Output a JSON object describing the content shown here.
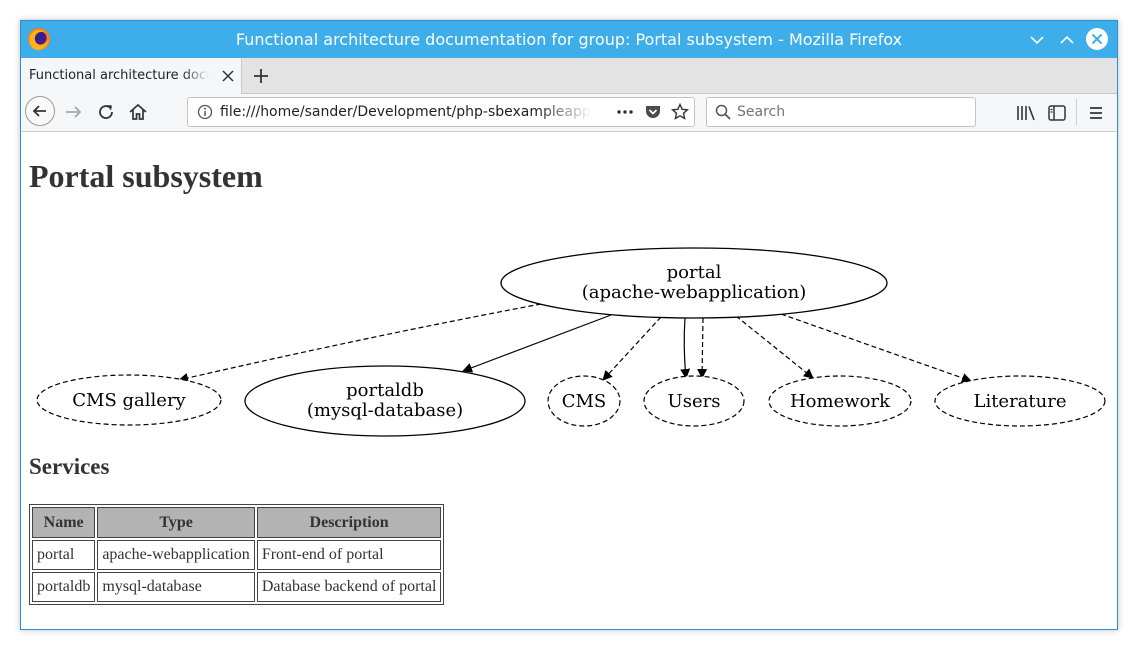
{
  "window": {
    "title": "Functional architecture documentation for group: Portal subsystem - Mozilla Firefox"
  },
  "tab": {
    "title": "Functional architecture documentation for group: Portal subsystem"
  },
  "navbar": {
    "url": "file:///home/sander/Development/php-sbexampleapps/deployment/",
    "search_placeholder": "Search"
  },
  "page": {
    "title": "Portal subsystem",
    "services_heading": "Services"
  },
  "diagram": {
    "nodes": {
      "portal": {
        "name": "portal",
        "type": "(apache-webapplication)"
      },
      "portaldb": {
        "name": "portaldb",
        "type": "(mysql-database)"
      },
      "cms_gallery": "CMS gallery",
      "cms": "CMS",
      "users": "Users",
      "homework": "Homework",
      "literature": "Literature"
    }
  },
  "services_table": {
    "headers": [
      "Name",
      "Type",
      "Description"
    ],
    "rows": [
      [
        "portal",
        "apache-webapplication",
        "Front-end of portal"
      ],
      [
        "portaldb",
        "mysql-database",
        "Database backend of portal"
      ]
    ]
  }
}
